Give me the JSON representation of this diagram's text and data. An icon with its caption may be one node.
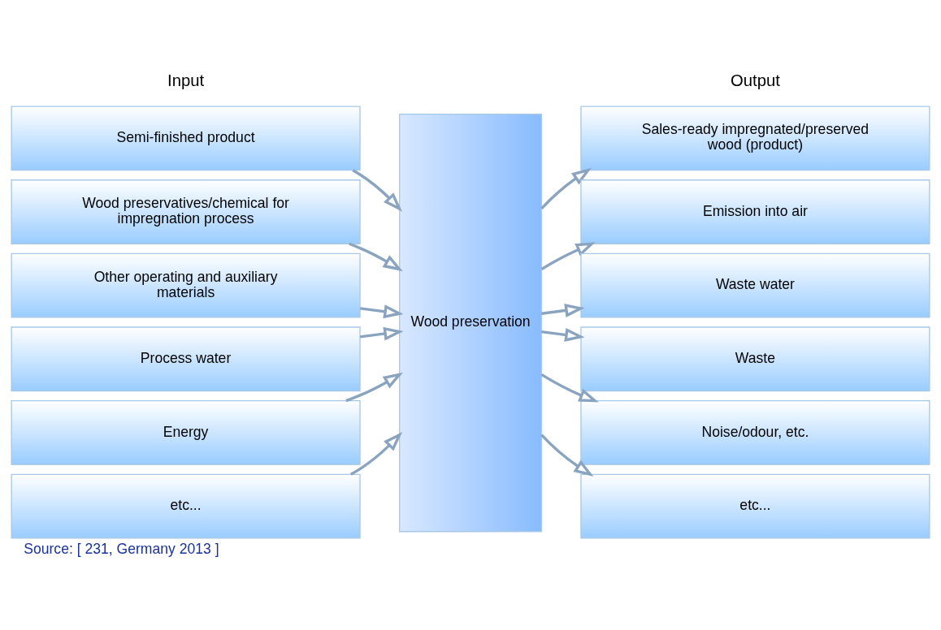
{
  "diagram": {
    "caption": "Source: [ 231, Germany 2013 ]",
    "nodes": [
      {
        "text": [
          "Semi-finished product"
        ]
      },
      {
        "text": [
          "Wood preservatives/chemical for impregnation process"
        ]
      },
      {
        "text": [
          "Other operating and auxiliary materials"
        ]
      },
      {
        "text": [
          "Process water"
        ]
      },
      {
        "text": [
          "Energy"
        ]
      },
      {
        "text": [
          "etc..."
        ]
      },
      {
        "text": [
          "Wood preservation"
        ]
      },
      {
        "text": [
          "Sales-ready impregnated/preserved wood (product)"
        ]
      },
      {
        "text": [
          "Emission into air"
        ]
      },
      {
        "text": [
          "Waste water"
        ]
      },
      {
        "text": [
          "Waste"
        ]
      },
      {
        "text": [
          "Noise/odour, etc."
        ]
      },
      {
        "text": [
          "etc..."
        ]
      }
    ],
    "edges": [
      {
        "from": 0,
        "to": 6,
        "arrow": "to"
      },
      {
        "from": 1,
        "to": 6,
        "arrow": "to"
      },
      {
        "from": 2,
        "to": 6,
        "arrow": "to"
      },
      {
        "from": 3,
        "to": 6,
        "arrow": "to"
      },
      {
        "from": 4,
        "to": 6,
        "arrow": "to"
      },
      {
        "from": 5,
        "to": 6,
        "arrow": "to"
      },
      {
        "from": 6,
        "to": 7,
        "arrow": "to"
      },
      {
        "from": 6,
        "to": 8,
        "arrow": "to"
      },
      {
        "from": 6,
        "to": 9,
        "arrow": "to"
      },
      {
        "from": 6,
        "to": 10,
        "arrow": "to"
      },
      {
        "from": 6,
        "to": 11,
        "arrow": "to"
      },
      {
        "from": 6,
        "to": 12,
        "arrow": "to"
      }
    ],
    "labels": [
      "Input",
      "Output"
    ]
  }
}
